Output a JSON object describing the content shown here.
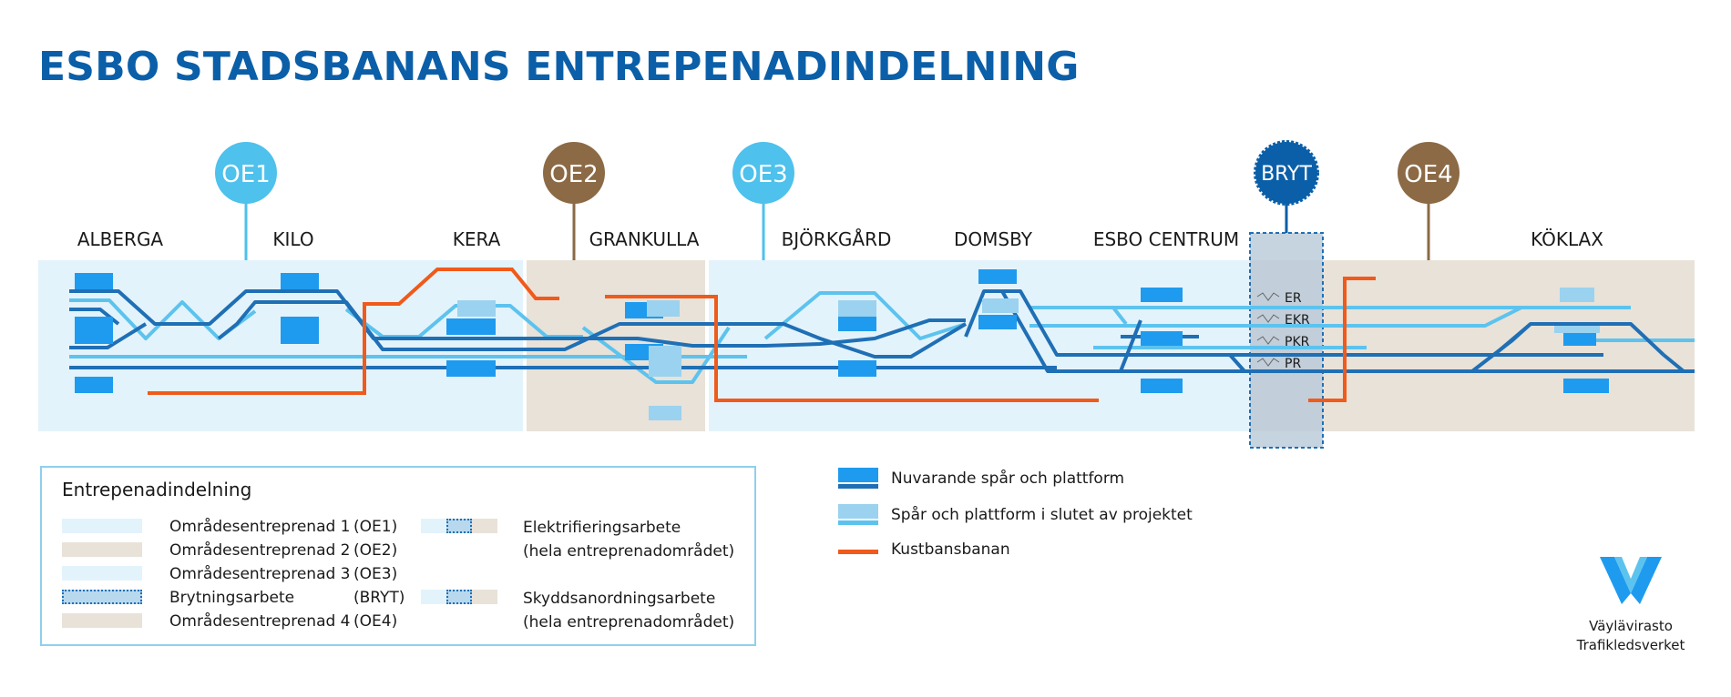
{
  "title": "ESBO STADSBANANS ENTREPENADINDELNING",
  "markers": [
    {
      "label": "OE1",
      "color": "#4ec1ec"
    },
    {
      "label": "OE2",
      "color": "#8b6a45"
    },
    {
      "label": "OE3",
      "color": "#4ec1ec"
    },
    {
      "label": "BRYT",
      "color": "#0b5fa8"
    },
    {
      "label": "OE4",
      "color": "#8b6a45"
    }
  ],
  "stations": [
    "ALBERGA",
    "KILO",
    "KERA",
    "GRANKULLA",
    "BJÖRKGÅRD",
    "DOMSBY",
    "ESBO CENTRUM",
    "KÖKLAX"
  ],
  "wire_labels": [
    "ER",
    "EKR",
    "PKR",
    "PR"
  ],
  "legend": {
    "title": "Entrepenadindelning",
    "areas": [
      {
        "name": "Områdesentreprenad 1",
        "code": "(OE1)"
      },
      {
        "name": "Områdesentreprenad 2",
        "code": "(OE2)"
      },
      {
        "name": "Områdesentreprenad 3",
        "code": "(OE3)"
      },
      {
        "name": "Brytningsarbete",
        "code": "(BRYT)"
      },
      {
        "name": "Områdesentreprenad 4",
        "code": "(OE4)"
      }
    ],
    "works": [
      {
        "line1": "Elektrifieringsarbete",
        "line2": "(hela entreprenadområdet)"
      },
      {
        "line1": "Skyddsanordningsarbete",
        "line2": "(hela entreprenadområdet)"
      }
    ]
  },
  "legend2": {
    "current": "Nuvarande spår och plattform",
    "future": "Spår och plattform i slutet av projektet",
    "coastal": "Kustbansbanan"
  },
  "logo": {
    "line1": "Väylävirasto",
    "line2": "Trafikledsverket"
  },
  "colors": {
    "light_blue_area": "#e3f3fb",
    "beige_area": "#e8e2d9",
    "current_track": "#1f6fb5",
    "future_track": "#5cc3ee",
    "platform_current": "#1e9bef",
    "platform_future": "#9bd2ef",
    "coastal_line": "#f05a1a",
    "brand_blue": "#0b5fa8"
  }
}
